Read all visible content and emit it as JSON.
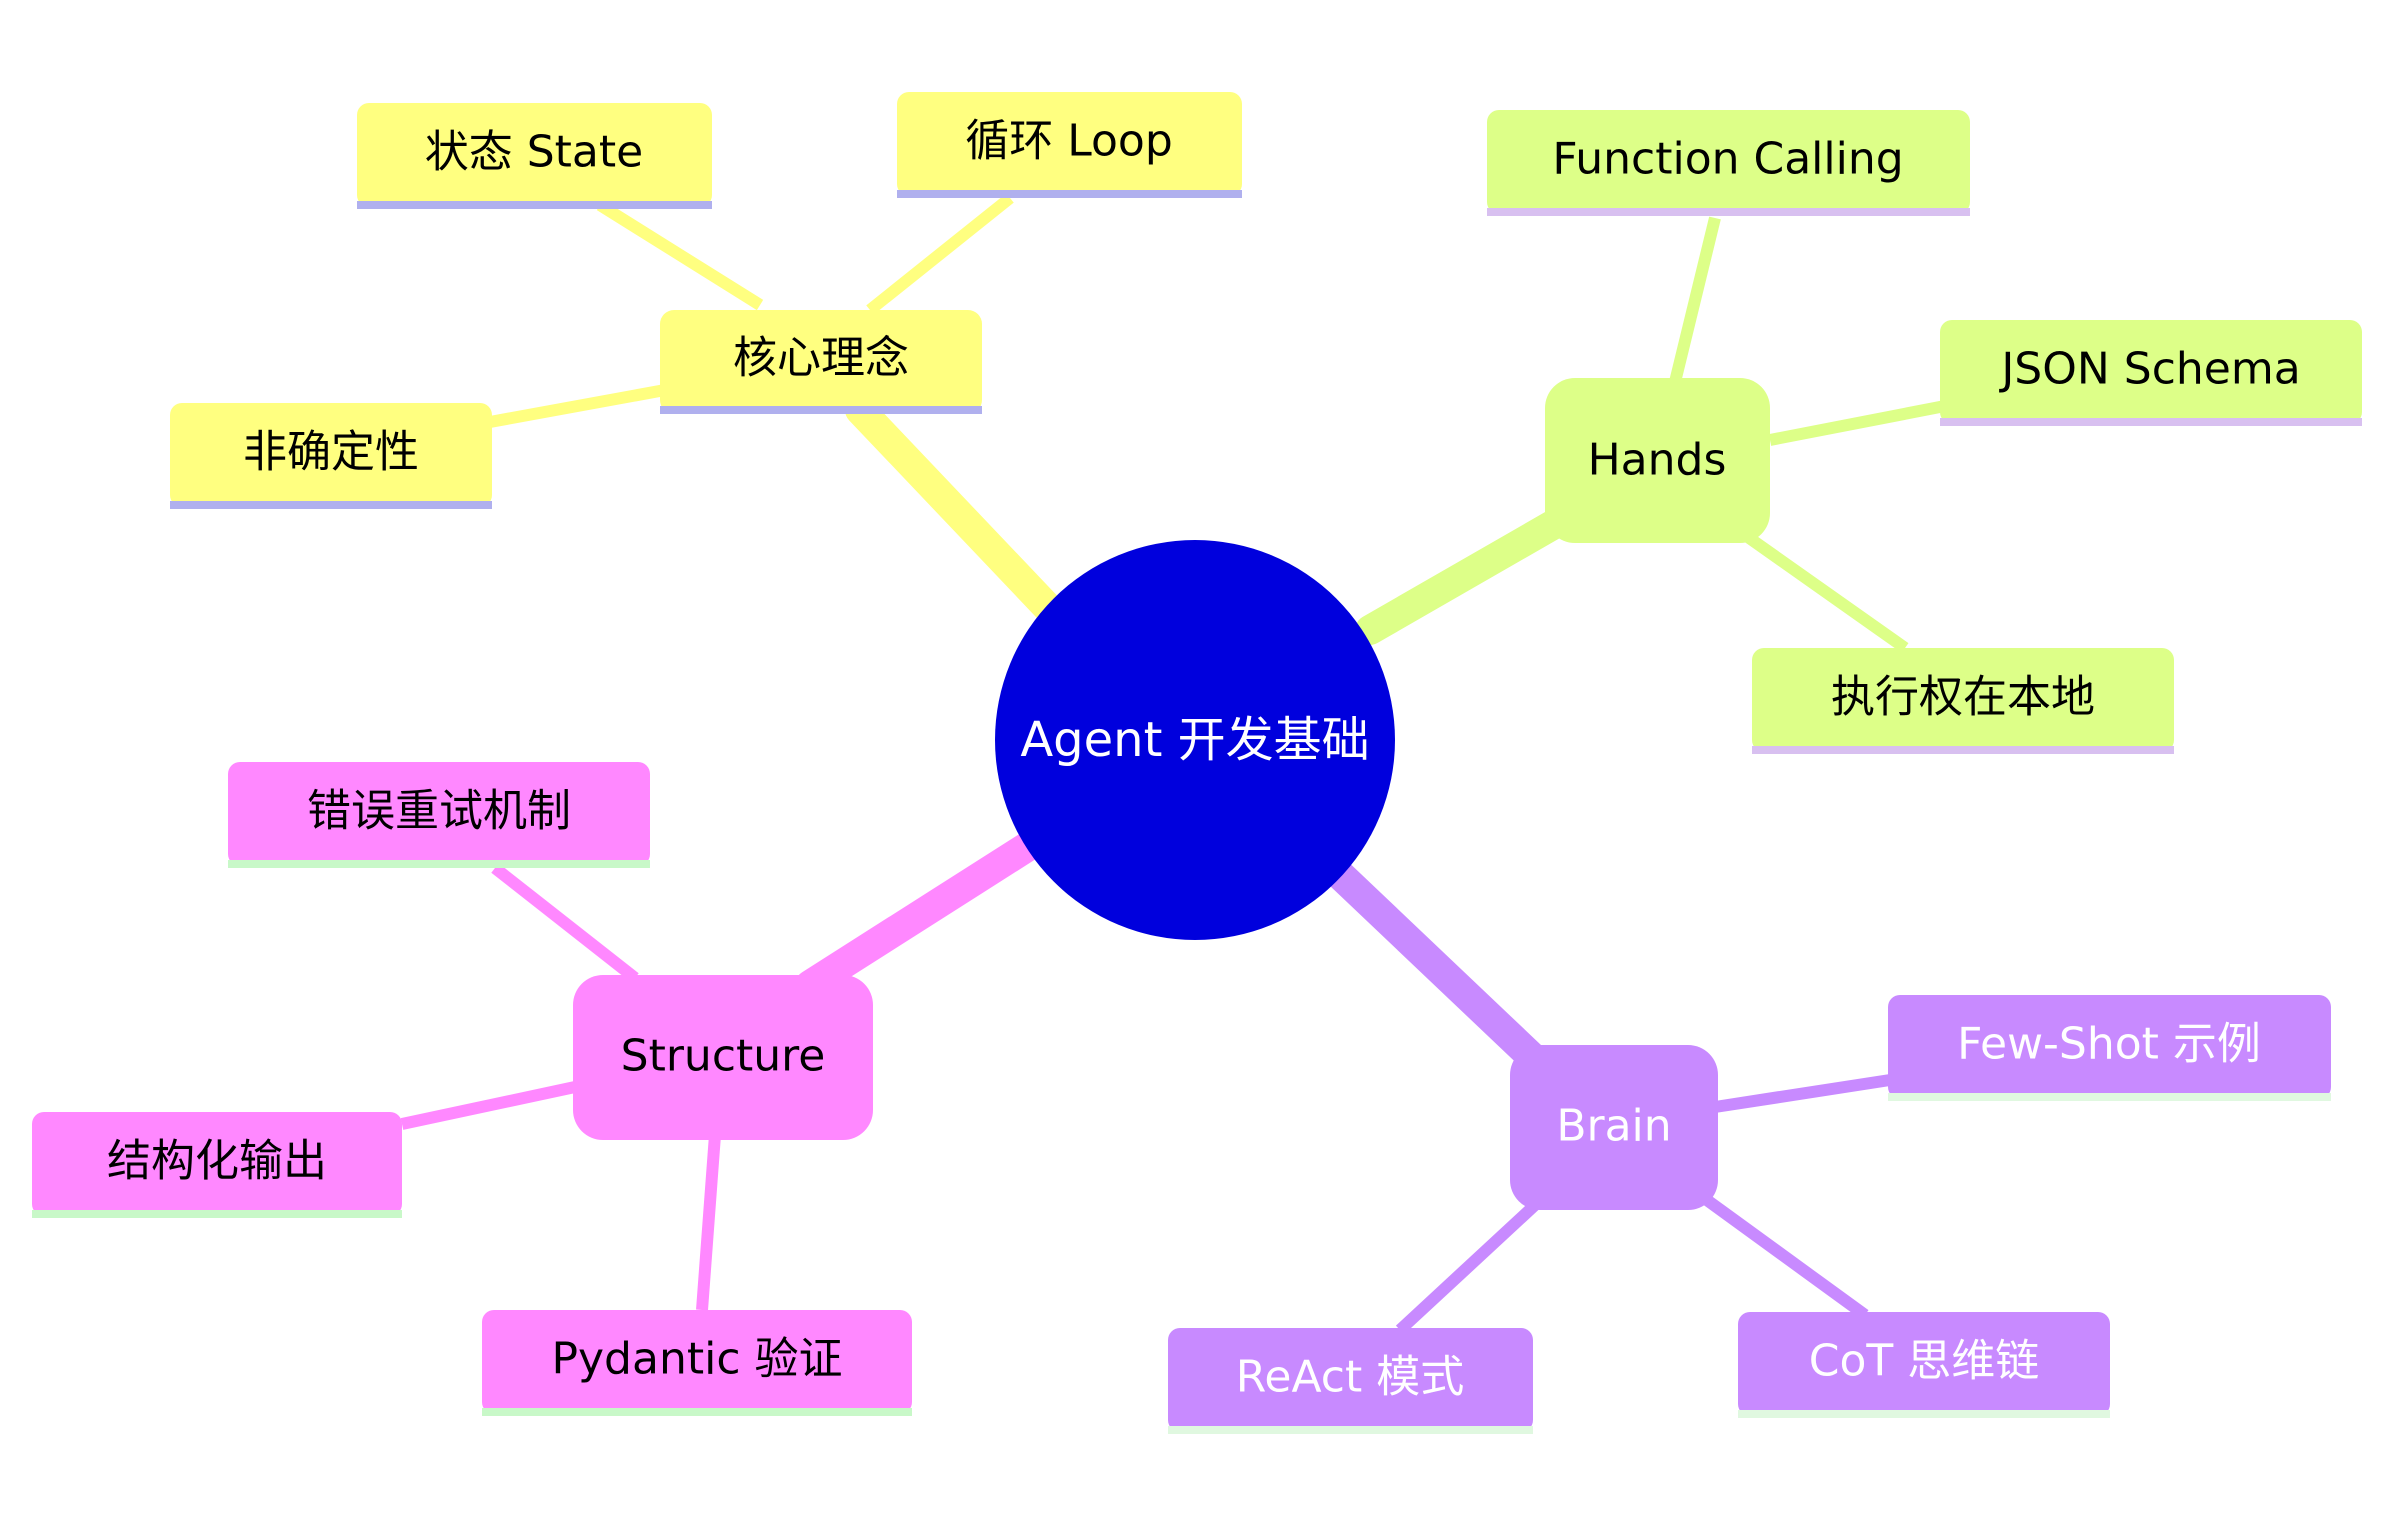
{
  "root": {
    "label": "Agent 开发基础",
    "color": "#0000dd",
    "text_color": "#ffffff"
  },
  "branches": [
    {
      "key": "core",
      "label": "核心理念",
      "color": "#ffff80",
      "accent": "#b0b0ee",
      "text_color": "#000000",
      "children": [
        "状态 State",
        "循环 Loop",
        "非确定性"
      ]
    },
    {
      "key": "hands",
      "label": "Hands",
      "color": "#ddff88",
      "accent": "#d8c0f0",
      "text_color": "#000000",
      "children": [
        "Function Calling",
        "JSON Schema",
        "执行权在本地"
      ]
    },
    {
      "key": "structure",
      "label": "Structure",
      "color": "#ff88ff",
      "accent": "#c8f8c8",
      "text_color": "#000000",
      "children": [
        "错误重试机制",
        "结构化输出",
        "Pydantic 验证"
      ]
    },
    {
      "key": "brain",
      "label": "Brain",
      "color": "#c88aff",
      "accent": "#e0f8e0",
      "text_color": "#ffffff",
      "children": [
        "Few-Shot 示例",
        "CoT 思维链",
        "ReAct 模式"
      ]
    }
  ]
}
